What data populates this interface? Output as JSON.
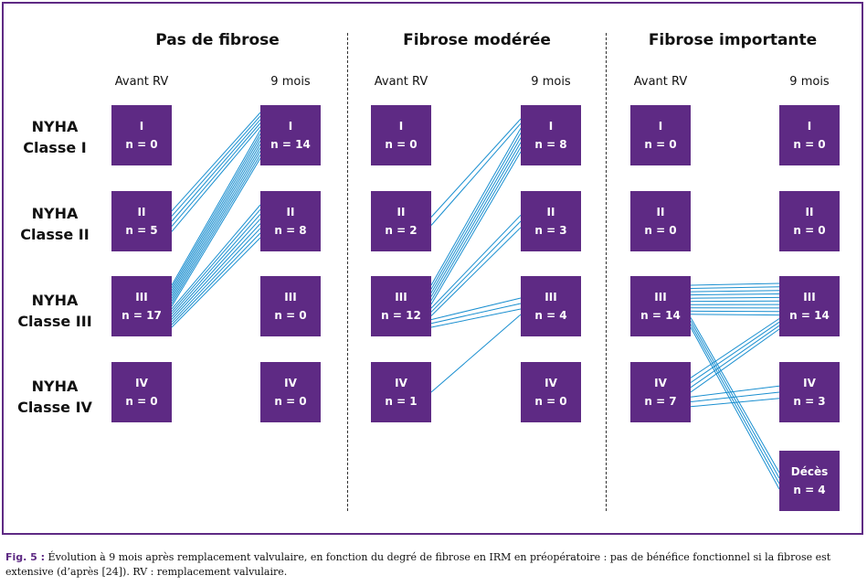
{
  "columns": [
    {
      "title": "Pas de fibrose",
      "before_label": "Avant RV",
      "after_label": "9 mois",
      "before": [
        {
          "roman": "I",
          "n": "n = 0"
        },
        {
          "roman": "II",
          "n": "n = 5"
        },
        {
          "roman": "III",
          "n": "n = 17"
        },
        {
          "roman": "IV",
          "n": "n = 0"
        }
      ],
      "after": [
        {
          "roman": "I",
          "n": "n = 14"
        },
        {
          "roman": "II",
          "n": "n = 8"
        },
        {
          "roman": "III",
          "n": "n = 0"
        },
        {
          "roman": "IV",
          "n": "n = 0"
        }
      ]
    },
    {
      "title": "Fibrose modérée",
      "before_label": "Avant RV",
      "after_label": "9 mois",
      "before": [
        {
          "roman": "I",
          "n": "n = 0"
        },
        {
          "roman": "II",
          "n": "n = 2"
        },
        {
          "roman": "III",
          "n": "n = 12"
        },
        {
          "roman": "IV",
          "n": "n = 1"
        }
      ],
      "after": [
        {
          "roman": "I",
          "n": "n = 8"
        },
        {
          "roman": "II",
          "n": "n = 3"
        },
        {
          "roman": "III",
          "n": "n = 4"
        },
        {
          "roman": "IV",
          "n": "n = 0"
        }
      ]
    },
    {
      "title": "Fibrose importante",
      "before_label": "Avant RV",
      "after_label": "9 mois",
      "before": [
        {
          "roman": "I",
          "n": "n = 0"
        },
        {
          "roman": "II",
          "n": "n = 0"
        },
        {
          "roman": "III",
          "n": "n = 14"
        },
        {
          "roman": "IV",
          "n": "n = 7"
        }
      ],
      "after": [
        {
          "roman": "I",
          "n": "n = 0"
        },
        {
          "roman": "II",
          "n": "n = 0"
        },
        {
          "roman": "III",
          "n": "n = 14"
        },
        {
          "roman": "IV",
          "n": "n = 3"
        }
      ],
      "extra": {
        "roman": "Décès",
        "n": "n = 4"
      }
    }
  ],
  "row_labels": [
    {
      "line1": "NYHA",
      "line2": "Classe I"
    },
    {
      "line1": "NYHA",
      "line2": "Classe II"
    },
    {
      "line1": "NYHA",
      "line2": "Classe III"
    },
    {
      "line1": "NYHA",
      "line2": "Classe IV"
    }
  ],
  "transitions": [
    [
      {
        "from": 1,
        "to": 0,
        "count": 5
      },
      {
        "from": 2,
        "to": 0,
        "count": 9
      },
      {
        "from": 2,
        "to": 1,
        "count": 8
      }
    ],
    [
      {
        "from": 1,
        "to": 0,
        "count": 2
      },
      {
        "from": 2,
        "to": 0,
        "count": 6
      },
      {
        "from": 2,
        "to": 1,
        "count": 3
      },
      {
        "from": 2,
        "to": 2,
        "count": 3
      },
      {
        "from": 3,
        "to": 2,
        "count": 1
      }
    ],
    [
      {
        "from": 2,
        "to": 2,
        "count": 10
      },
      {
        "from": 2,
        "to": 4,
        "count": 4
      },
      {
        "from": 3,
        "to": 2,
        "count": 4
      },
      {
        "from": 3,
        "to": 3,
        "count": 3
      }
    ]
  ],
  "colors": {
    "box": "#5e2a84",
    "line": "#1a8fd0",
    "frame": "#5e2a84"
  },
  "caption": {
    "lead": "Fig. 5 :",
    "text": " Évolution à 9 mois après remplacement valvulaire, en fonction du degré de fibrose en IRM en préopératoire : pas de bénéfice fonctionnel si la fibrose est extensive (d’après [24]). RV : remplacement valvulaire."
  }
}
